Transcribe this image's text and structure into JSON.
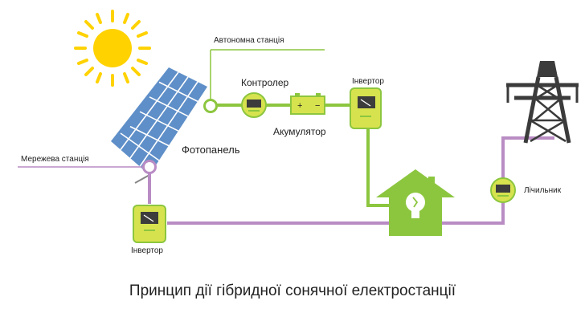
{
  "diagram": {
    "labels": {
      "autonomous_station": "Автономна станція",
      "grid_station": "Мережева станція",
      "controller": "Контролер",
      "battery": "Акумулятор",
      "inverter_top": "Інвертор",
      "inverter_bottom": "Інвертор",
      "solar_panel": "Фотопанель",
      "meter": "Лічильник"
    },
    "battery_symbols": {
      "plus": "+",
      "minus": "−"
    },
    "caption": "Принцип дії гібридної сонячної електростанції"
  },
  "colors": {
    "green": "#8cc63f",
    "lime": "#d7e34e",
    "purple": "#b98cc4",
    "sun": "#ffd200",
    "panel": "#5f8fc8",
    "pylon": "#3b3b3b",
    "text_green": "#3f9a27"
  },
  "icons": [
    "sun-icon",
    "solar-panel-icon",
    "controller-icon",
    "battery-icon",
    "inverter-icon",
    "house-icon",
    "lightbulb-icon",
    "meter-icon",
    "power-pylon-icon"
  ]
}
